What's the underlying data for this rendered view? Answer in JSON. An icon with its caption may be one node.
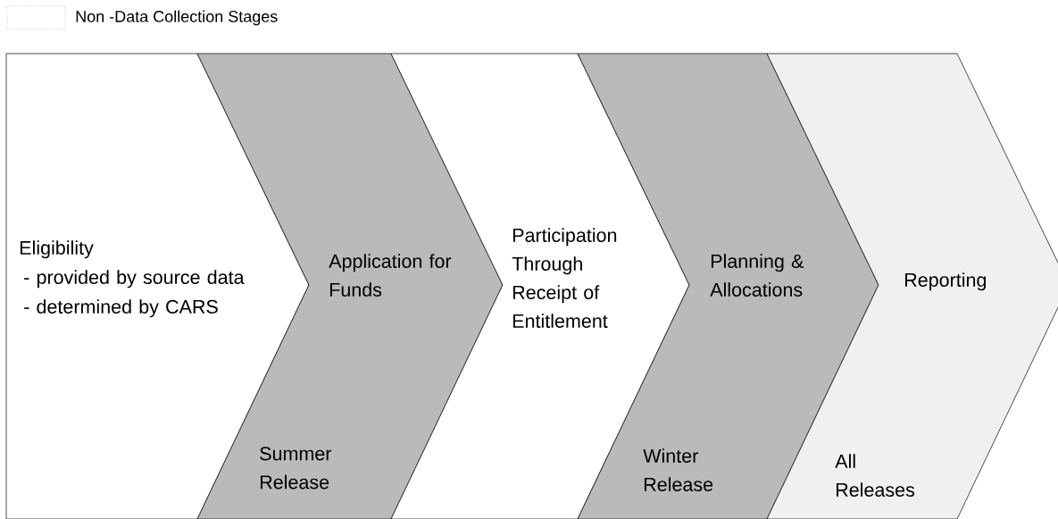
{
  "diagram": {
    "nodes": [
      {
        "text": [
          "Eligibility",
          "- provided by source data",
          "- determined by CARS"
        ]
      },
      {
        "text": [
          "Application for Funds",
          "Summer Release"
        ]
      },
      {
        "text": [
          "Participation Through Receipt of Entitlement"
        ]
      },
      {
        "text": [
          "Planning & Allocations",
          "Winter Release"
        ]
      },
      {
        "text": [
          "Reporting",
          "All Releases"
        ]
      }
    ],
    "legend": [
      {
        "text": "Non -Data Collection Stages",
        "color": "#ffffff"
      }
    ]
  }
}
